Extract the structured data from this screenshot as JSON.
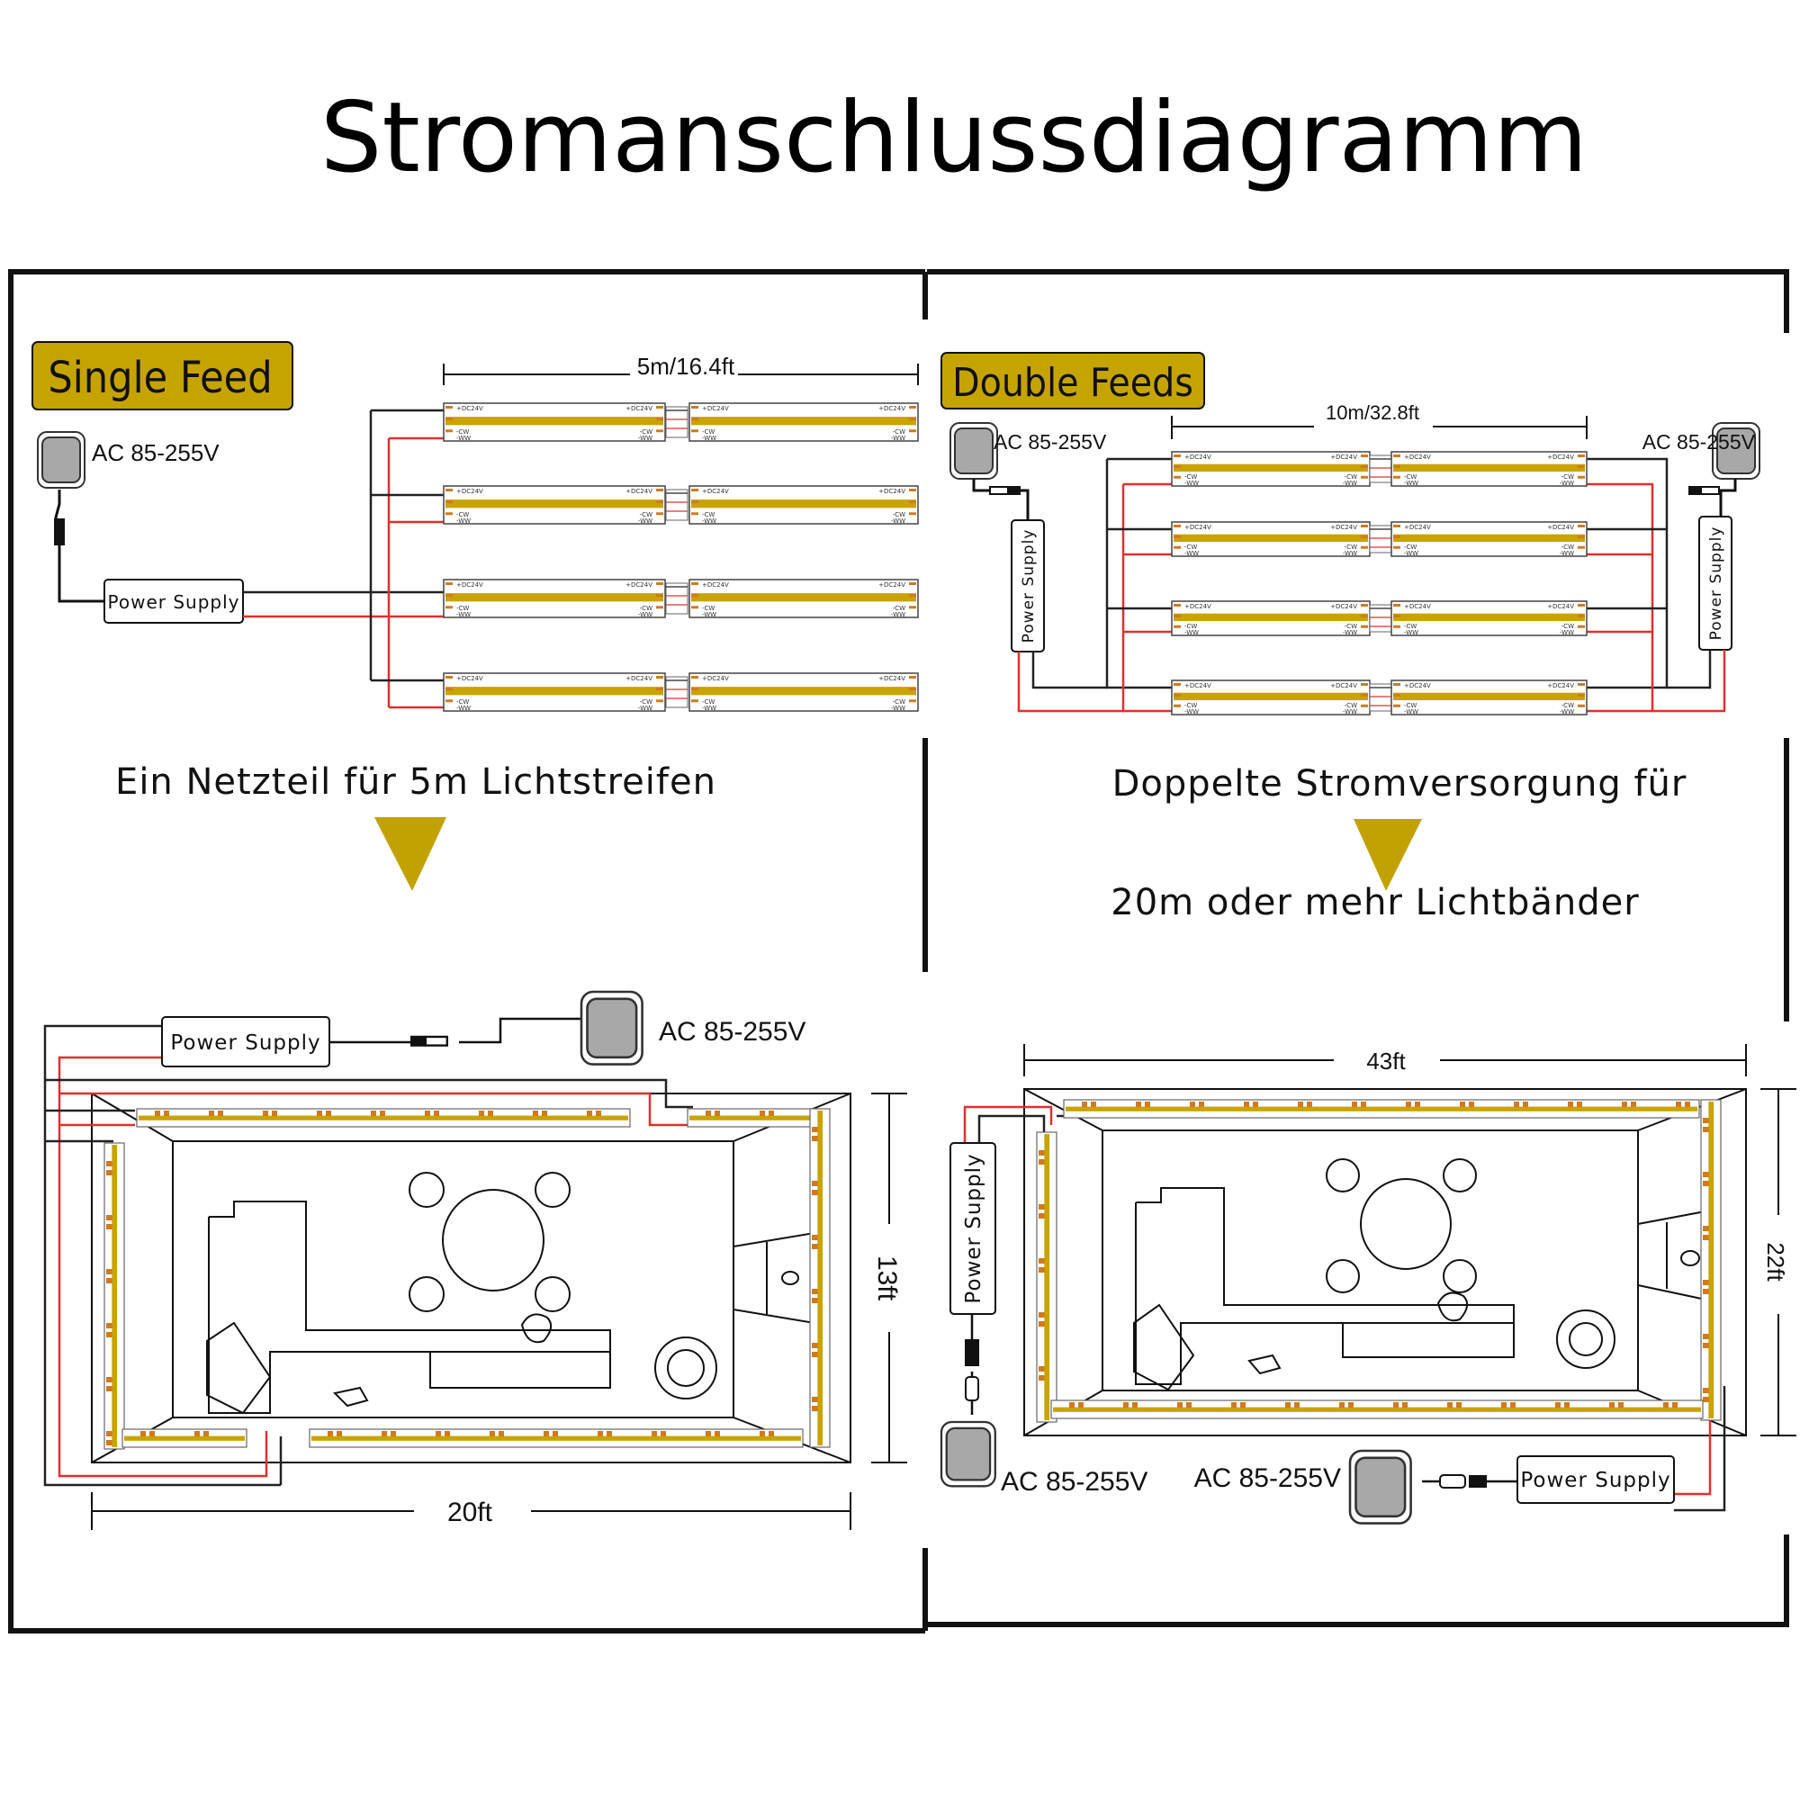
{
  "title": "Stromanschlussdiagramm",
  "colors": {
    "strip": "#c9a300",
    "strip_edge": "#7a6400",
    "badge": "#c6a400",
    "arrow": "#c2a200",
    "wire_red": "#e03030",
    "wire_black": "#222222"
  },
  "left": {
    "badge": "Single Feed",
    "length_label": "5m/16.4ft",
    "ac_label": "AC 85-255V",
    "power_supply": "Power Supply",
    "caption": "Ein Netzteil für 5m Lichtstreifen",
    "room": {
      "ac_label": "AC 85-255V",
      "power_supply": "Power Supply",
      "width_label": "20ft",
      "height_label": "13ft"
    }
  },
  "right": {
    "badge": "Double Feeds",
    "length_label": "10m/32.8ft",
    "ac_label_left": "AC 85-255V",
    "ac_label_right": "AC 85-255V",
    "power_supply_left": "Power Supply",
    "power_supply_right": "Power Supply",
    "caption_line1": "Doppelte Stromversorgung für",
    "caption_line2": "20m oder mehr Lichtbänder",
    "room": {
      "ac_label_left": "AC 85-255V",
      "ac_label_right": "AC 85-255V",
      "power_supply_left": "Power Supply",
      "power_supply_right": "Power Supply",
      "width_label": "43ft",
      "height_label": "22ft"
    }
  },
  "strip_marks": {
    "dc": "+DC24V",
    "cw": "-CW",
    "ww": "-WW"
  }
}
